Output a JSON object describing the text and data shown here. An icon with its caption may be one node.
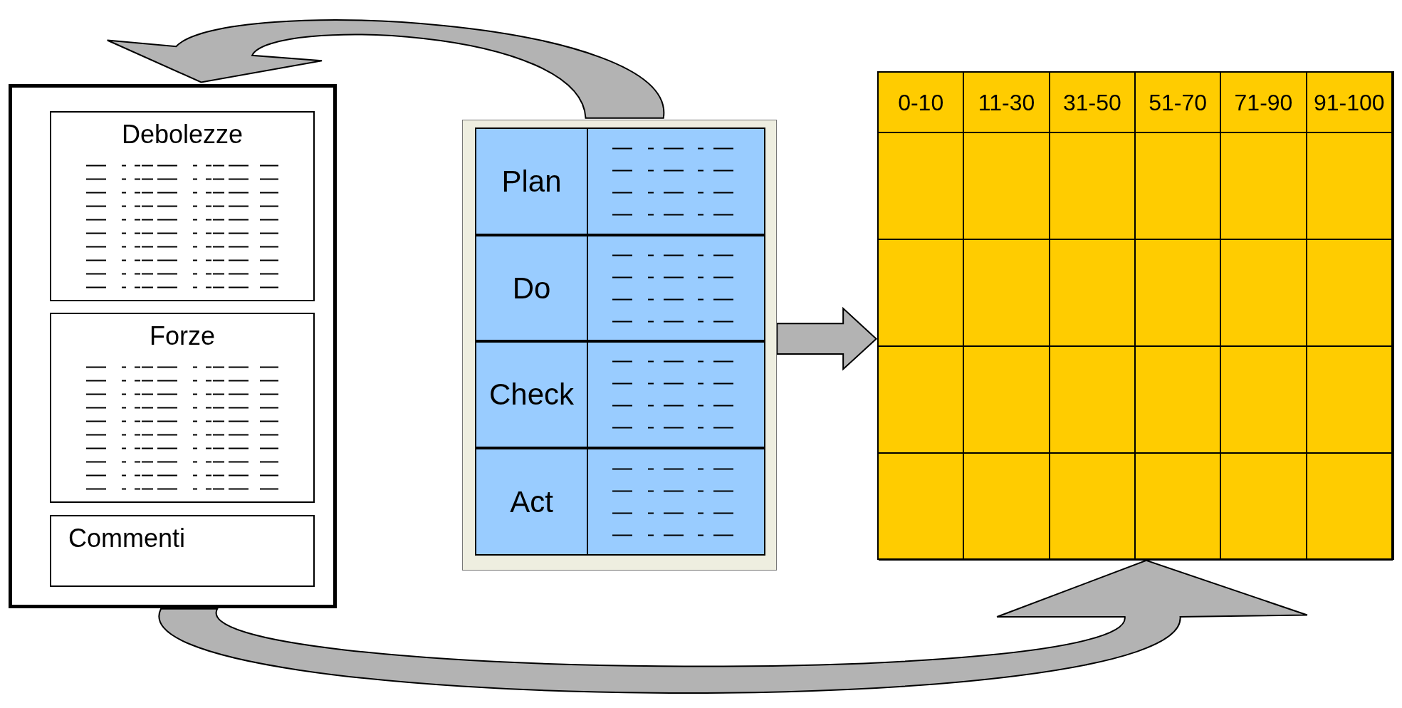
{
  "diagram": {
    "nodes": [
      {
        "text": [],
        "shape": "box"
      },
      {
        "text": [
          "Debolezze"
        ],
        "in": 0
      },
      {
        "text": [
          "Forze"
        ],
        "in": 0
      },
      {
        "text": [
          "Commenti"
        ],
        "in": 0
      },
      {
        "text": [],
        "shape": "box"
      },
      {
        "text": [
          "Plan"
        ],
        "in": 4
      },
      {
        "text": [
          "Do"
        ],
        "in": 4
      },
      {
        "text": [
          "Check"
        ],
        "in": 4
      },
      {
        "text": [
          "Act"
        ],
        "in": 4
      },
      {
        "text": [],
        "shape": "box"
      }
    ],
    "edges": [
      {
        "from": 4,
        "to": 0,
        "arrow": "to"
      },
      {
        "from": 0,
        "to": 9,
        "arrow": "to"
      },
      {
        "from": 4,
        "to": 9,
        "arrow": "to"
      }
    ],
    "labels": [
      "0-10",
      "11-30",
      "31-50",
      "51-70",
      "71-90",
      "91-100"
    ]
  }
}
